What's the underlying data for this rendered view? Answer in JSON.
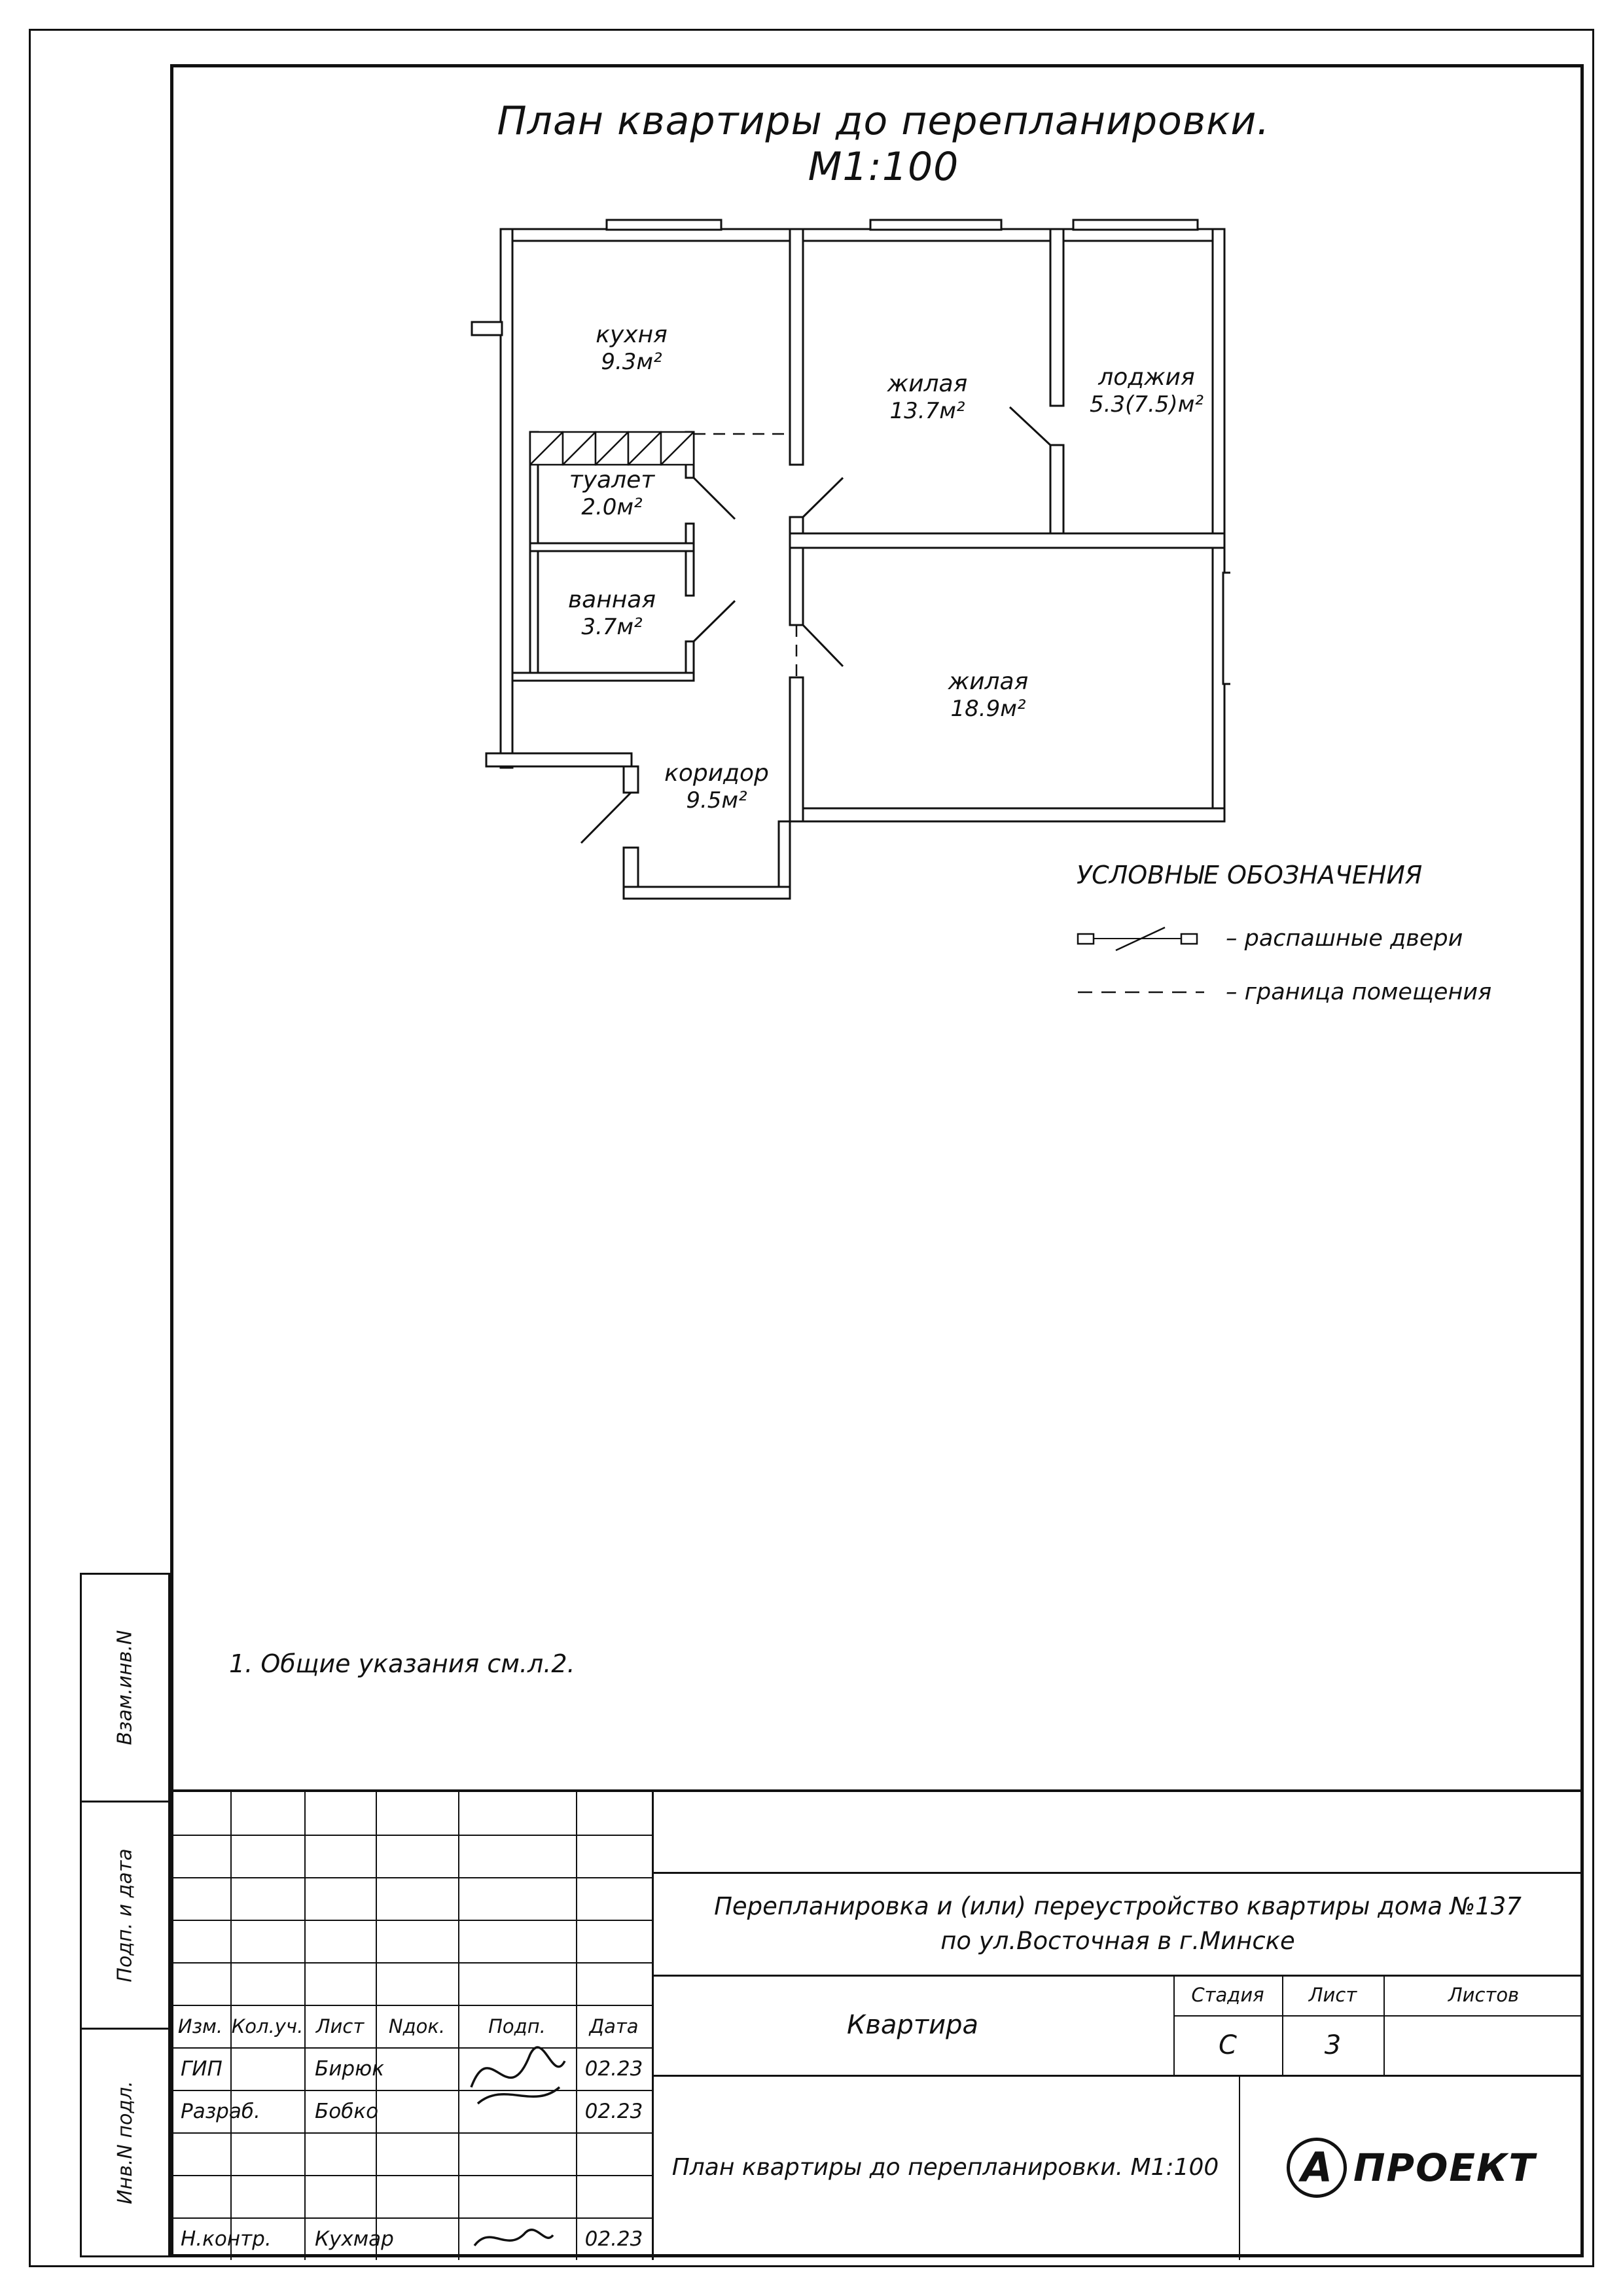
{
  "colors": {
    "line": "#111111",
    "paper": "#ffffff"
  },
  "sheet": {
    "title": "План квартиры до перепланировки. М1:100",
    "note": "1. Общие указания см.л.2."
  },
  "rooms": [
    {
      "name": "кухня",
      "area": "9.3м²"
    },
    {
      "name": "жилая",
      "area": "13.7м²"
    },
    {
      "name": "лоджия",
      "area": "5.3(7.5)м²"
    },
    {
      "name": "туалет",
      "area": "2.0м²"
    },
    {
      "name": "ванная",
      "area": "3.7м²"
    },
    {
      "name": "жилая",
      "area": "18.9м²"
    },
    {
      "name": "коридор",
      "area": "9.5м²"
    }
  ],
  "legend": {
    "title": "УСЛОВНЫЕ ОБОЗНАЧЕНИЯ",
    "items": [
      {
        "symbol": "swing-door-symbol",
        "label": "– распашные двери"
      },
      {
        "symbol": "room-boundary-symbol",
        "label": "– граница помещения"
      }
    ]
  },
  "left_strip": {
    "cells": [
      "Взам.инв.N",
      "Подп. и дата",
      "Инв.N подл."
    ]
  },
  "title_block": {
    "columns": [
      "Изм.",
      "Кол.уч.",
      "Лист",
      "Nдок.",
      "Подп.",
      "Дата"
    ],
    "rows": [
      {
        "role": "ГИП",
        "name": "Бирюк",
        "date": "02.23"
      },
      {
        "role": "Разраб.",
        "name": "Бобко",
        "date": "02.23"
      },
      {
        "role": "Н.контр.",
        "name": "Кухмар",
        "date": "02.23"
      }
    ],
    "project_line1": "Перепланировка и (или) переустройство квартиры дома №137",
    "project_line2": "по ул.Восточная в г.Минске",
    "object": "Квартира",
    "stage_label": "Стадия",
    "sheet_label": "Лист",
    "sheets_label": "Листов",
    "stage": "С",
    "sheet_no": "3",
    "sheets_total": "",
    "doc_title": "План квартиры до перепланировки. М1:100",
    "logo_a": "А",
    "logo_text": "ПРОЕКТ"
  }
}
